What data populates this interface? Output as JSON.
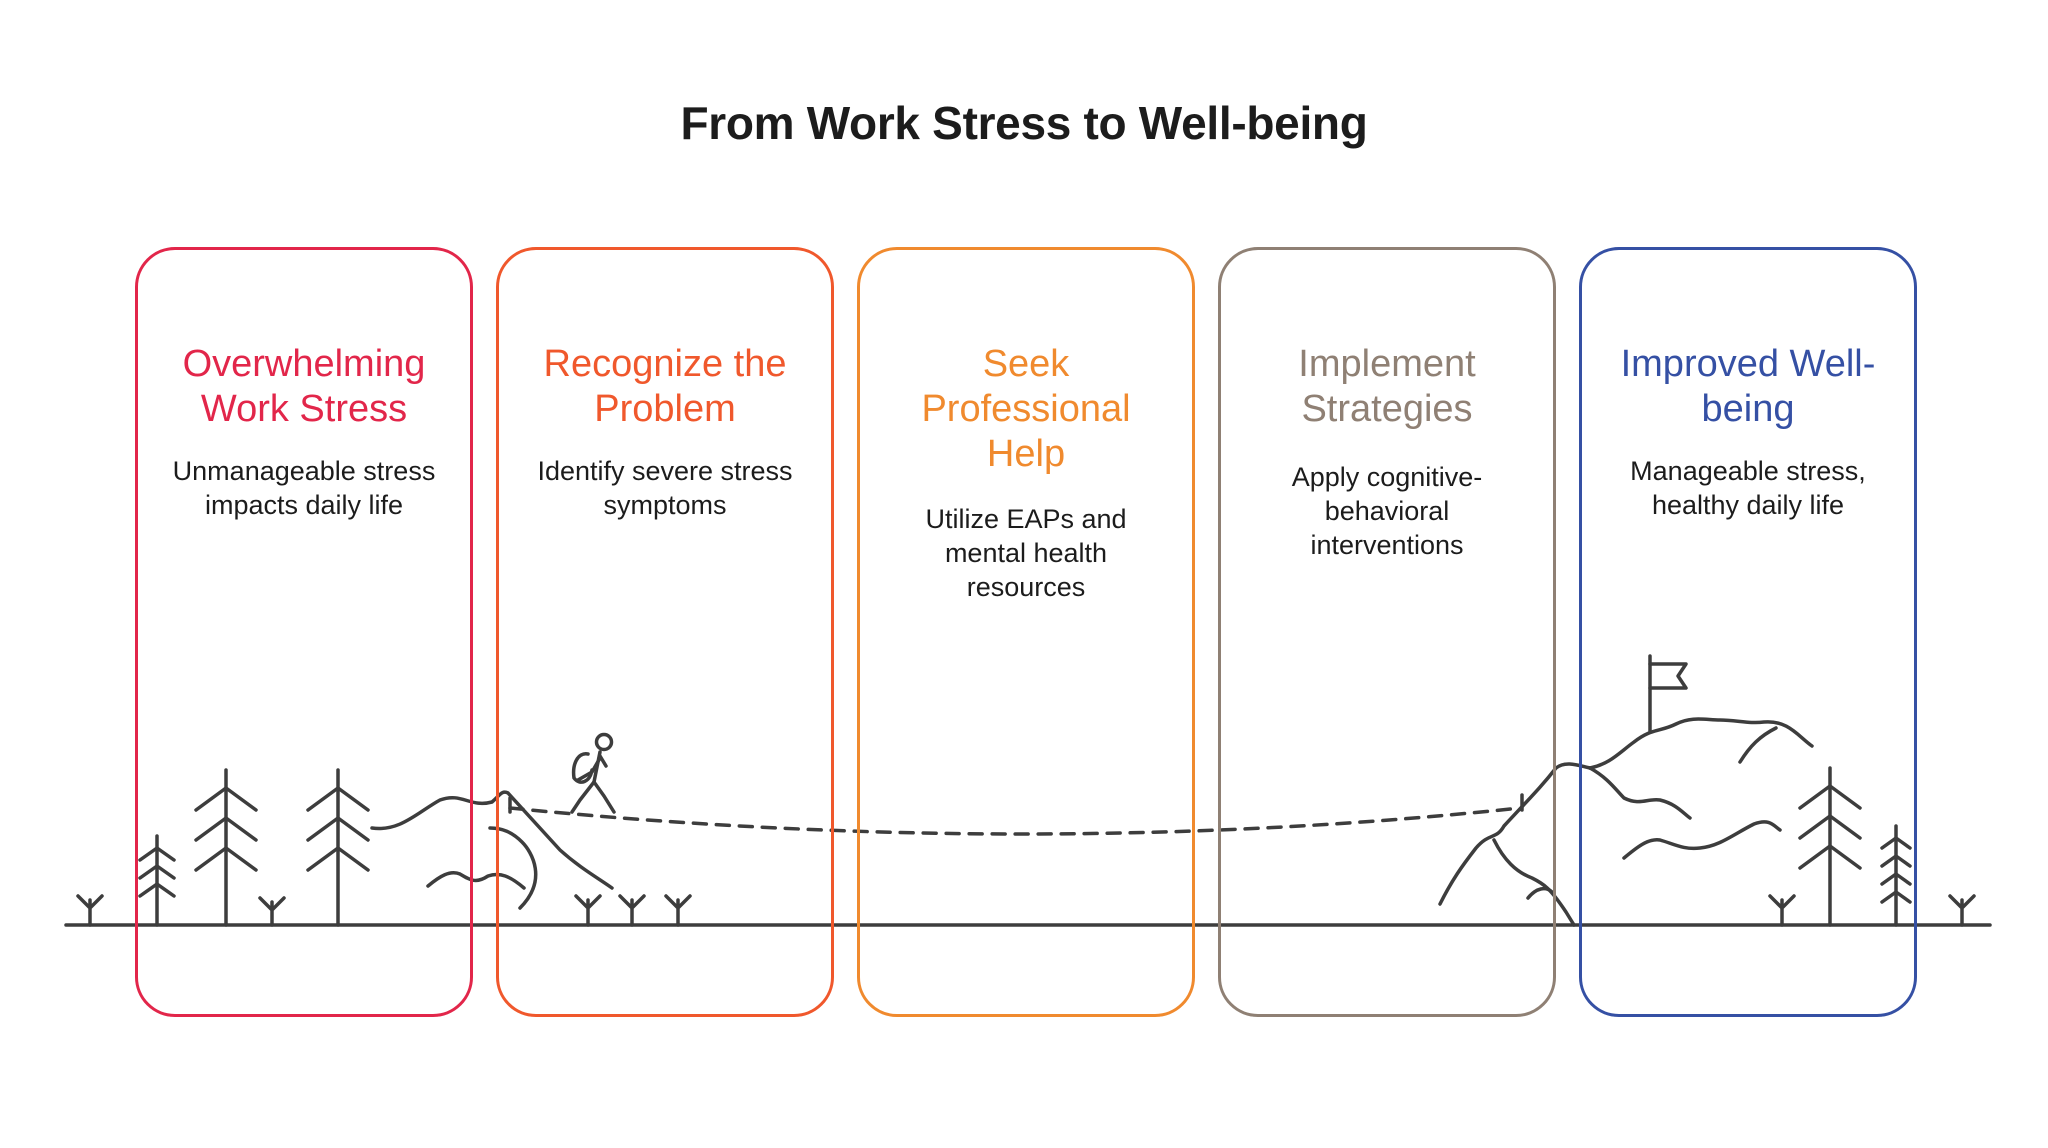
{
  "title": "From Work Stress to Well-being",
  "stages": [
    {
      "title_lines": [
        "Overwhelming",
        "Work Stress"
      ],
      "desc_lines": [
        "Unmanageable stress",
        "impacts daily life"
      ],
      "color": "#e2264a"
    },
    {
      "title_lines": [
        "Recognize the",
        "Problem"
      ],
      "desc_lines": [
        "Identify severe stress",
        "symptoms"
      ],
      "color": "#f0582c"
    },
    {
      "title_lines": [
        "Seek",
        "Professional",
        "Help"
      ],
      "desc_lines": [
        "Utilize EAPs and",
        "mental health",
        "resources"
      ],
      "color": "#f08a2e"
    },
    {
      "title_lines": [
        "Implement",
        "Strategies"
      ],
      "desc_lines": [
        "Apply cognitive-",
        "behavioral",
        "interventions"
      ],
      "color": "#8f8074"
    },
    {
      "title_lines": [
        "Improved Well-",
        "being"
      ],
      "desc_lines": [
        "Manageable stress,",
        "healthy daily life"
      ],
      "color": "#3550a4"
    }
  ],
  "icons": {
    "hiker": "hiker-icon",
    "flag": "flag-icon",
    "trees": "pine-tree-icon",
    "mountains": "mountain-icon"
  }
}
